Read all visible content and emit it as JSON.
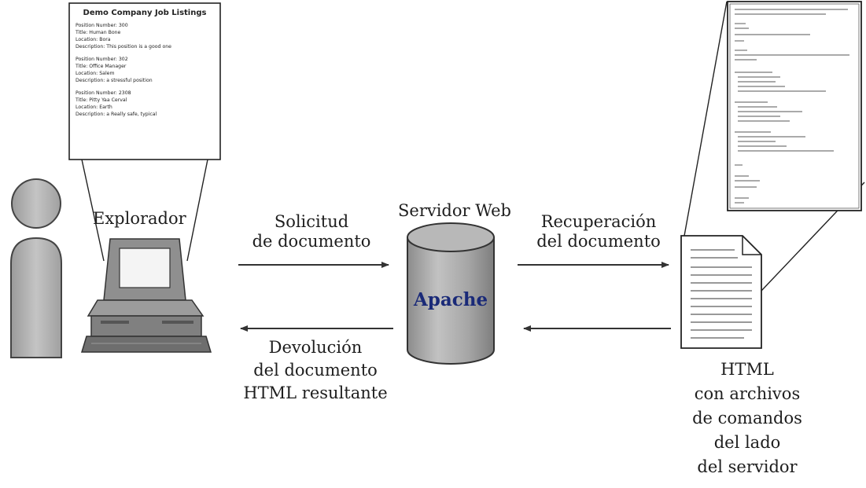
{
  "browser_label": "Explorador",
  "request_label": {
    "line1": "Solicitud",
    "line2": "de documento"
  },
  "server_label": "Servidor Web",
  "server_name": "Apache",
  "retrieval_label": {
    "line1": "Recuperación",
    "line2": "del documento"
  },
  "return_label": {
    "line1": "Devolución",
    "line2": "del documento",
    "line3": "HTML resultante"
  },
  "file_label": {
    "line1": "HTML",
    "line2": "con archivos",
    "line3": "de comandos",
    "line4": "del lado",
    "line5": "del servidor"
  },
  "listing": {
    "title": "Demo Company Job Listings",
    "entries": [
      {
        "number": "Position Number: 300",
        "title": "Title: Human Bone",
        "location": "Location: Bora",
        "description": "Description: This position is a good one"
      },
      {
        "number": "Position Number: 302",
        "title": "Title: Office Manager",
        "location": "Location: Salem",
        "description": "Description: a stressful position"
      },
      {
        "number": "Position Number: 2308",
        "title": "Title: Pitty Yaa Cerval",
        "location": "Location: Earth",
        "description": "Description: a Really safe, typical"
      }
    ]
  },
  "colors": {
    "server_body": "#a9a9a9",
    "server_text": "#1a2a78",
    "person": "#b0b0b0"
  }
}
